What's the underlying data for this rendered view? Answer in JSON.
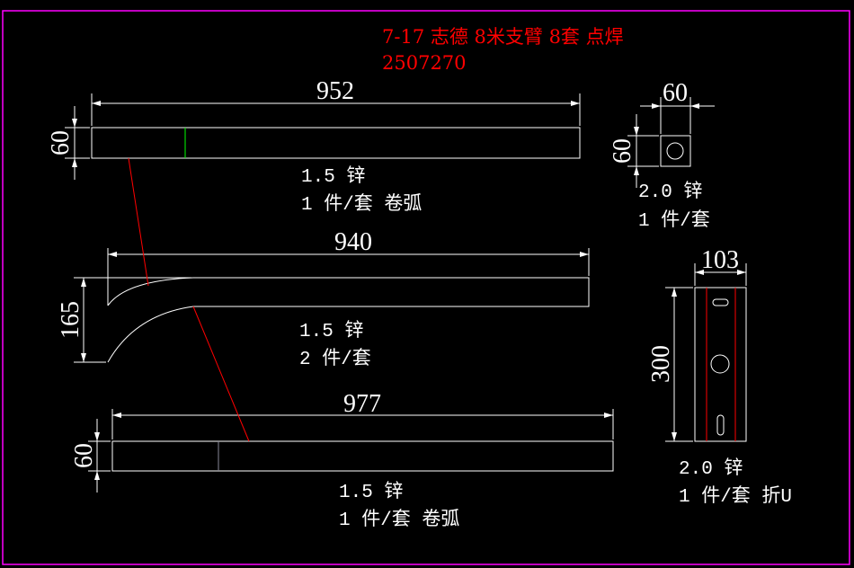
{
  "title": {
    "line1": "7-17 志德 8米支臂 8套 点焊",
    "line2": "2507270"
  },
  "parts": [
    {
      "id": "top-bar",
      "length": "952",
      "height": "60",
      "spec": "1.5 锌",
      "qty": "1 件/套 卷弧"
    },
    {
      "id": "curved-arm",
      "length": "940",
      "height": "165",
      "spec": "1.5 锌",
      "qty": "2 件/套"
    },
    {
      "id": "bottom-bar",
      "length": "977",
      "height": "60",
      "spec": "1.5 锌",
      "qty": "1 件/套 卷弧"
    },
    {
      "id": "end-cap",
      "width": "60",
      "height": "60",
      "spec": "2.0 锌",
      "qty": "1 件/套"
    },
    {
      "id": "u-bracket",
      "width": "103",
      "height": "300",
      "spec": "2.0 锌",
      "qty": "1 件/套 折U"
    }
  ],
  "colors": {
    "border": "#ff00ff",
    "title": "#ff0000",
    "lines": "#ffffff",
    "marker": "#00ff00",
    "leader": "#ff0000"
  }
}
